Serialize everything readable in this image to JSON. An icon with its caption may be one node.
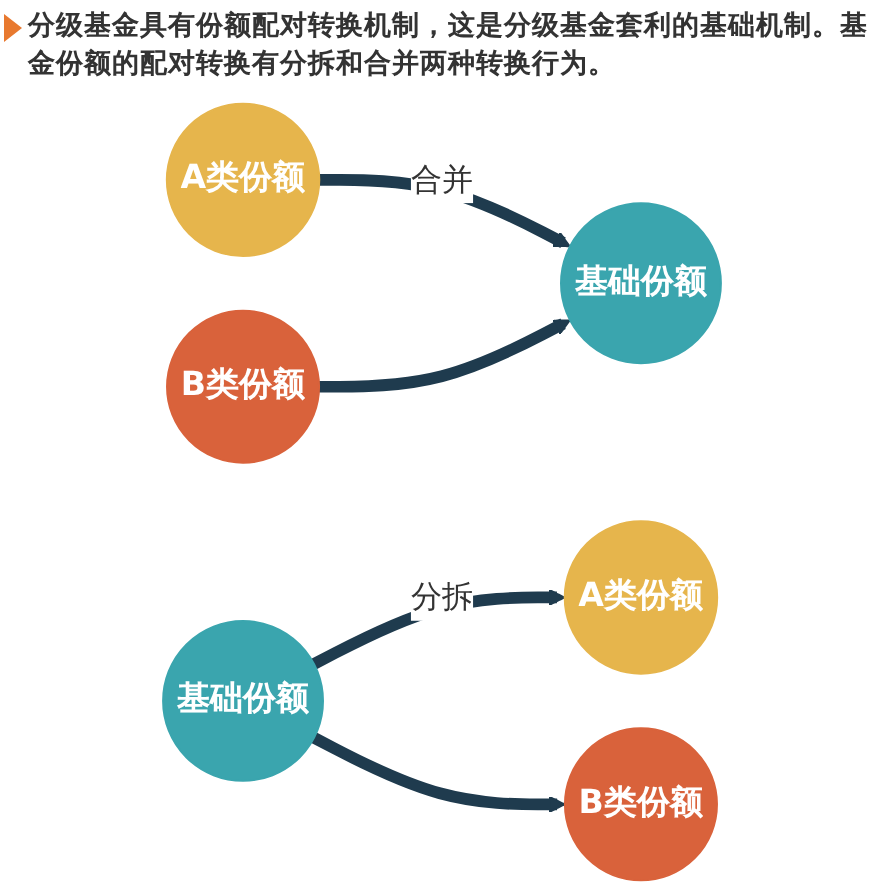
{
  "diagram": {
    "title": "分级基金具有份额配对转换机制，这是分级基金套利的基础机制。基金份额的配对转换有分拆和合并两种转换行为。",
    "nodes": [
      {
        "text": [
          "A类份额"
        ]
      },
      {
        "text": [
          "B类份额"
        ]
      },
      {
        "text": [
          "基础份额"
        ]
      },
      {
        "text": [
          "基础份额"
        ]
      },
      {
        "text": [
          "A类份额"
        ]
      },
      {
        "text": [
          "B类份额"
        ]
      }
    ],
    "edges": [
      {
        "from": 0,
        "to": 2,
        "arrow": "to",
        "label": "合并"
      },
      {
        "from": 1,
        "to": 2,
        "arrow": "to"
      },
      {
        "from": 3,
        "to": 4,
        "arrow": "to",
        "label": "分拆"
      },
      {
        "from": 3,
        "to": 5,
        "arrow": "to"
      }
    ]
  }
}
